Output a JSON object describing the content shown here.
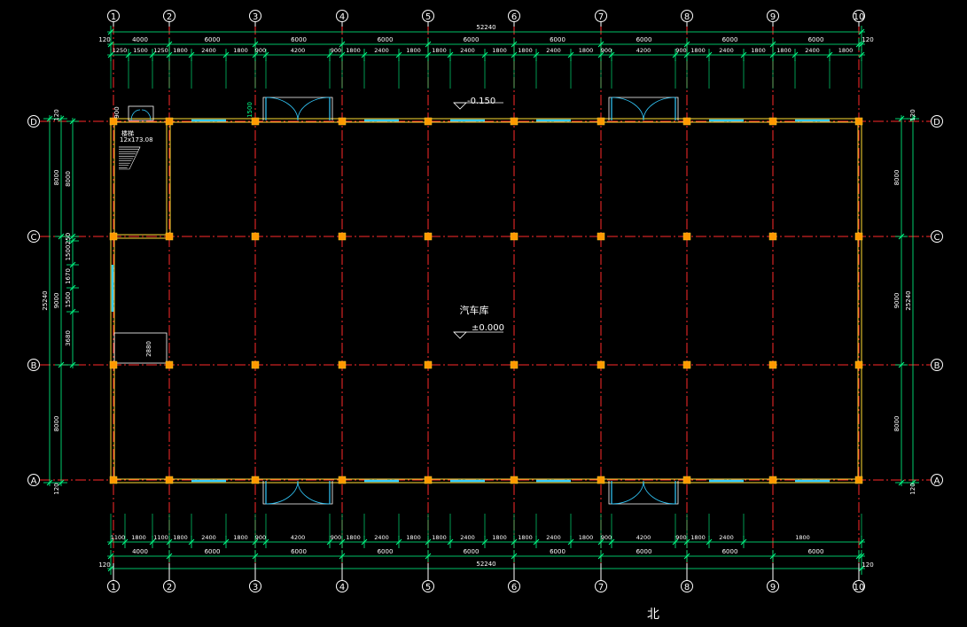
{
  "axes": {
    "numbers": [
      "1",
      "2",
      "3",
      "4",
      "5",
      "6",
      "7",
      "8",
      "9",
      "10"
    ],
    "letters": [
      "A",
      "B",
      "C",
      "D"
    ]
  },
  "dims_top": {
    "overall": "52240",
    "edge_left": "120",
    "edge_right": "120",
    "bays": [
      "4000",
      "6000",
      "6000",
      "6000",
      "6000",
      "6000",
      "6000",
      "6000",
      "6000"
    ],
    "details": [
      "1250",
      "1500",
      "1250",
      "1800",
      "2400",
      "1800",
      "900",
      "4200",
      "900",
      "1800",
      "2400",
      "1800",
      "1800",
      "2400",
      "1800",
      "1800",
      "2400",
      "1800",
      "900",
      "4200",
      "900",
      "1800",
      "2400",
      "1800",
      "1800",
      "2400",
      "1800"
    ]
  },
  "dims_bottom": {
    "overall": "52240",
    "edge_left": "120",
    "edge_right": "120",
    "bays": [
      "4000",
      "6000",
      "6000",
      "6000",
      "6000",
      "6000",
      "6000",
      "6000",
      "6000"
    ],
    "details": [
      "1100",
      "1800",
      "1100",
      "1800",
      "2400",
      "1800",
      "900",
      "4200",
      "900",
      "1800",
      "2400",
      "1800",
      "1800",
      "2400",
      "1800",
      "1800",
      "2400",
      "1800",
      "900",
      "4200",
      "900",
      "1800",
      "2400",
      "1800"
    ]
  },
  "dims_left": {
    "overall": "25240",
    "bays": [
      "8000",
      "9000",
      "8000"
    ],
    "edge": [
      "120",
      "120"
    ],
    "details": [
      "8000",
      "250",
      "1500",
      "1670",
      "1500",
      "3680"
    ]
  },
  "dims_right": {
    "overall": "25240",
    "bays": [
      "8000",
      "9000",
      "8000"
    ],
    "edge": [
      "120",
      "120"
    ]
  },
  "labels": {
    "room": "汽车库",
    "level_floor": "±0.000",
    "level_outside": "-0.150",
    "stair": "楼梯",
    "stair_spec": "12x173.08",
    "door_depth": "1500",
    "stair_top": "900",
    "room_dim": "2880",
    "north": "北"
  },
  "colors": {
    "axis_line": "#ff2a2a",
    "dim": "#00ff88",
    "wall": "#ffdd33",
    "column": "#ff9900",
    "window": "#33ccff",
    "door": "#33ccff",
    "text": "#ffffff"
  }
}
